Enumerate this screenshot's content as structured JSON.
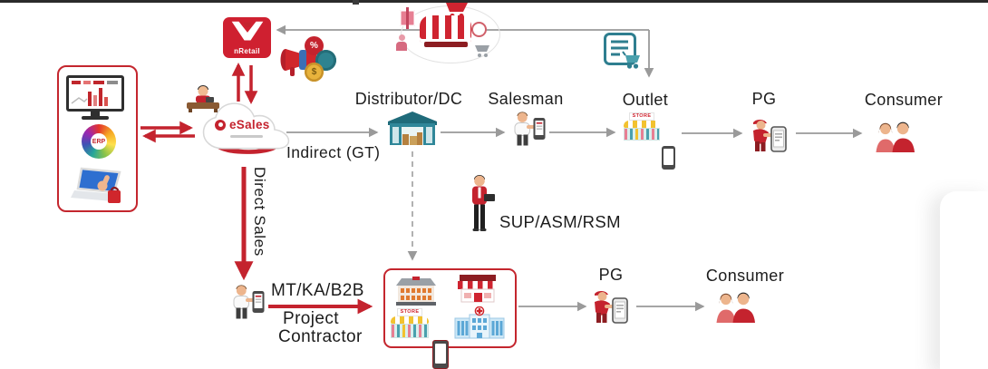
{
  "colors": {
    "red": "#c4232e",
    "gray_arrow": "#9a9a9a",
    "teal": "#2e7e8f",
    "text": "#1c1c1c"
  },
  "diagram": {
    "left_panel": {
      "erp": "ERP"
    },
    "cloud": {
      "name": "eSales"
    },
    "nretail": {
      "name": "nRetail"
    },
    "labels": {
      "indirect": "Indirect (GT)",
      "direct": "Direct Sales",
      "mt": "MT/KA/B2B",
      "project": "Project",
      "contractor": "Contractor",
      "sup": "SUP/ASM/RSM"
    },
    "gt_chain": {
      "distributor": "Distributor/DC",
      "salesman": "Salesman",
      "outlet": "Outlet",
      "pg": "PG",
      "consumer": "Consumer"
    },
    "mt_chain": {
      "pg": "PG",
      "consumer": "Consumer"
    },
    "store_sign": "STORE"
  },
  "icons": {
    "dashboard-monitor-icon": "desktop monitor with red sales chart",
    "erp-wheel-icon": "multicolor ERP wheel",
    "ecommerce-laptop-icon": "laptop with hand and shopping bag",
    "admin-desk-icon": "operator at a desk",
    "esales-cloud-icon": "eSales cloud platform",
    "nretail-app-icon": "nRetail app tile",
    "megaphone-icon": "promotions megaphone",
    "promo-badge-icons": "discount / money / coin badges",
    "marketplace-store-icon": "storefront with cart, gift and shopper",
    "order-document-icon": "order form with shopping cart",
    "warehouse-icon": "distributor warehouse",
    "salesman-icon": "salesman holding handheld device",
    "outlet-store-icon": "outlet shop with phone",
    "pg-icon": "promoter with phone",
    "consumer-icon": "pair of consumers",
    "sup-manager-icon": "field manager with laptop",
    "mall-icon": "modern trade mall",
    "retail-store-icon": "retail store with awning",
    "hospital-icon": "hospital building"
  }
}
